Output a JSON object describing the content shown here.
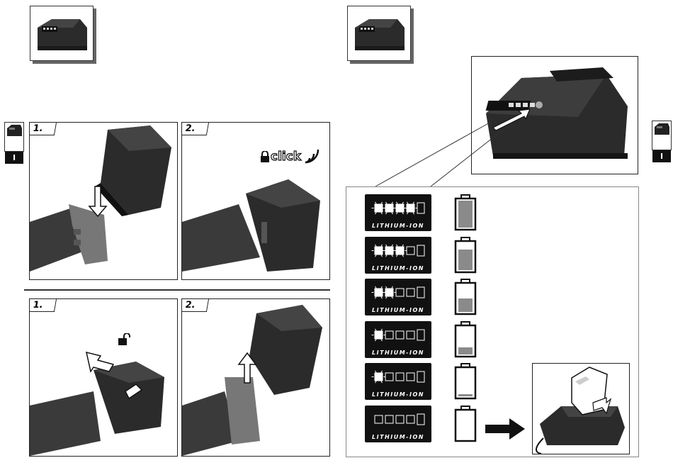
{
  "left_section": {
    "side_tab_number": "I",
    "insert": {
      "step1": "1.",
      "step2": "2.",
      "click_label": "click"
    },
    "remove": {
      "step1": "1.",
      "step2": "2."
    }
  },
  "right_section": {
    "side_tab_number": "I",
    "charge_levels": [
      {
        "lit_segments": 4,
        "fill_fraction": 1.0
      },
      {
        "lit_segments": 3,
        "fill_fraction": 0.75
      },
      {
        "lit_segments": 2,
        "fill_fraction": 0.5
      },
      {
        "lit_segments": 1,
        "fill_fraction": 0.25
      },
      {
        "lit_segments": 1,
        "fill_fraction": 0.08
      },
      {
        "lit_segments": 0,
        "fill_fraction": 0.0
      }
    ],
    "badge_label": "LITHIUM-ION"
  },
  "colors": {
    "fill_gray": "#8a8a8a",
    "body_dark": "#2b2b2b",
    "tool_gray": "#6a6a6a"
  }
}
